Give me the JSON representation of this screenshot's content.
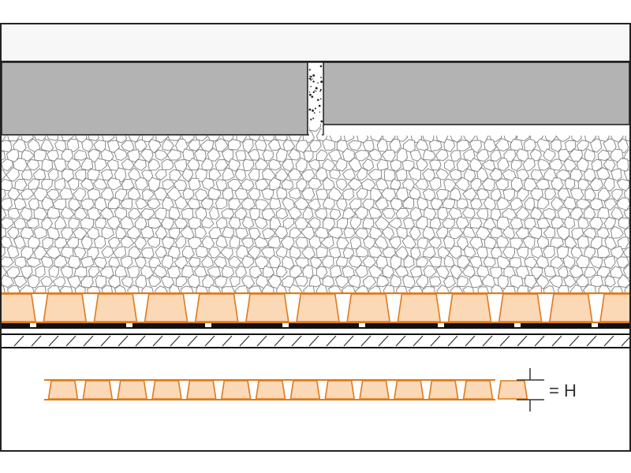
{
  "diagram": {
    "height_label": "= H",
    "colors": {
      "frame": "#222222",
      "tile": "#b3b3b3",
      "grout": "#ffffff",
      "mortar_fill": "#ffffff",
      "mortar_stroke": "#8a8a8a",
      "mat_fill": "#fbd8b6",
      "mat_stroke": "#e07a1a",
      "membrane": "#111111",
      "hatch": "#333333",
      "text": "#333333"
    },
    "layers": [
      "top-band",
      "tile-layer",
      "grout-joint",
      "mortar-bed",
      "uncoupling-mat",
      "fleece-membrane",
      "substrate"
    ],
    "mat_cell_count": 13,
    "detail_cell_count": 13
  }
}
